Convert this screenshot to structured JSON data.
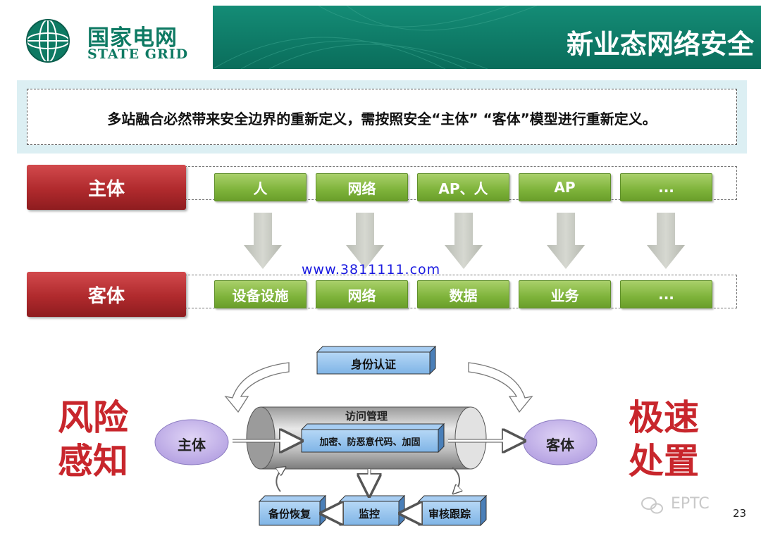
{
  "header": {
    "logo_cn": "国家电网",
    "logo_en": "STATE GRID",
    "title": "新业态网络安全"
  },
  "statement": "多站融合必然带来安全边界的重新定义，需按照安全“主体” “客体”模型进行重新定义。",
  "subject_row": {
    "label": "主体",
    "items": [
      "人",
      "网络",
      "AP、人",
      "AP",
      "..."
    ]
  },
  "object_row": {
    "label": "客体",
    "items": [
      "设备设施",
      "网络",
      "数据",
      "业务",
      "..."
    ]
  },
  "watermark": "www.3811111.com",
  "diagram": {
    "identity": "身份认证",
    "access_mgmt": "访问管理",
    "crypto": "加密、防恶意代码、加固",
    "subject": "主体",
    "object": "客体",
    "backup": "备份恢复",
    "monitor": "监控",
    "audit": "审核跟踪",
    "risk_line1": "风险",
    "risk_line2": "感知",
    "fast_line1": "极速",
    "fast_line2": "处置"
  },
  "footer": {
    "brand": "EPTC",
    "page": "23"
  },
  "colors": {
    "brand_green": "#0e7a63",
    "label_red": "#b02a2d",
    "item_green": "#7eb33a",
    "diagram_blue": "#8fc1ee",
    "ellipse_purple": "#c9b9ec"
  }
}
